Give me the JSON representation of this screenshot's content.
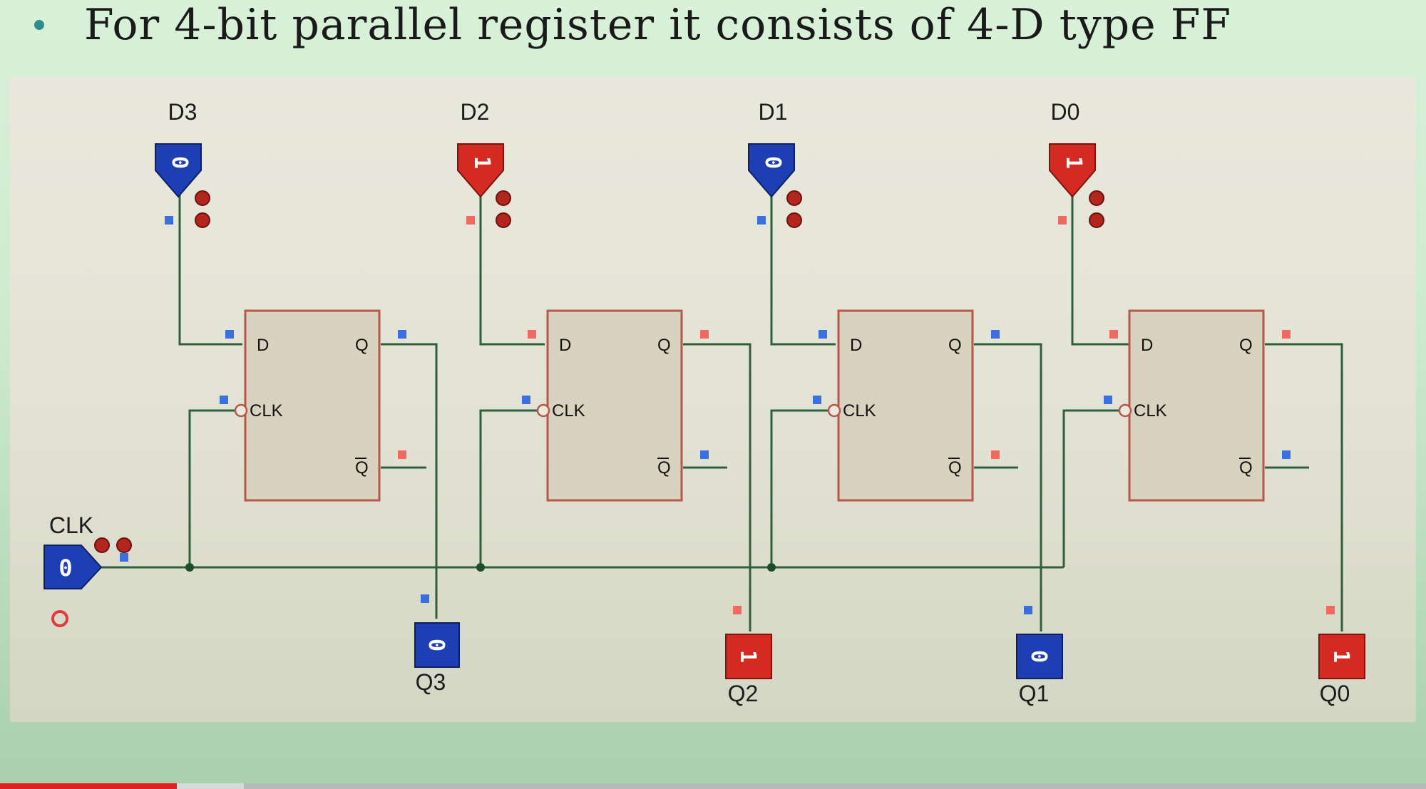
{
  "slide": {
    "bullet_text": "For 4-bit parallel register it consists of 4-D type FF"
  },
  "circuit": {
    "clock": {
      "label": "CLK",
      "value": "0"
    },
    "inputs": [
      {
        "label": "D3",
        "value": "0"
      },
      {
        "label": "D2",
        "value": "1"
      },
      {
        "label": "D1",
        "value": "0"
      },
      {
        "label": "D0",
        "value": "1"
      }
    ],
    "outputs": [
      {
        "label": "Q3",
        "value": "0"
      },
      {
        "label": "Q2",
        "value": "1"
      },
      {
        "label": "Q1",
        "value": "0"
      },
      {
        "label": "Q0",
        "value": "1"
      }
    ],
    "flipflop_pins": {
      "d": "D",
      "q": "Q",
      "qbar": "Q",
      "clk": "CLK"
    }
  },
  "colors": {
    "logic_0": "#1d3fb3",
    "logic_1": "#d42a22",
    "wire": "#2f5f3a",
    "ff_border": "#b5574a",
    "ff_fill": "#d8d2bf"
  },
  "video_progress": {
    "played_fraction": 0.124,
    "buffered_fraction": 0.171
  }
}
